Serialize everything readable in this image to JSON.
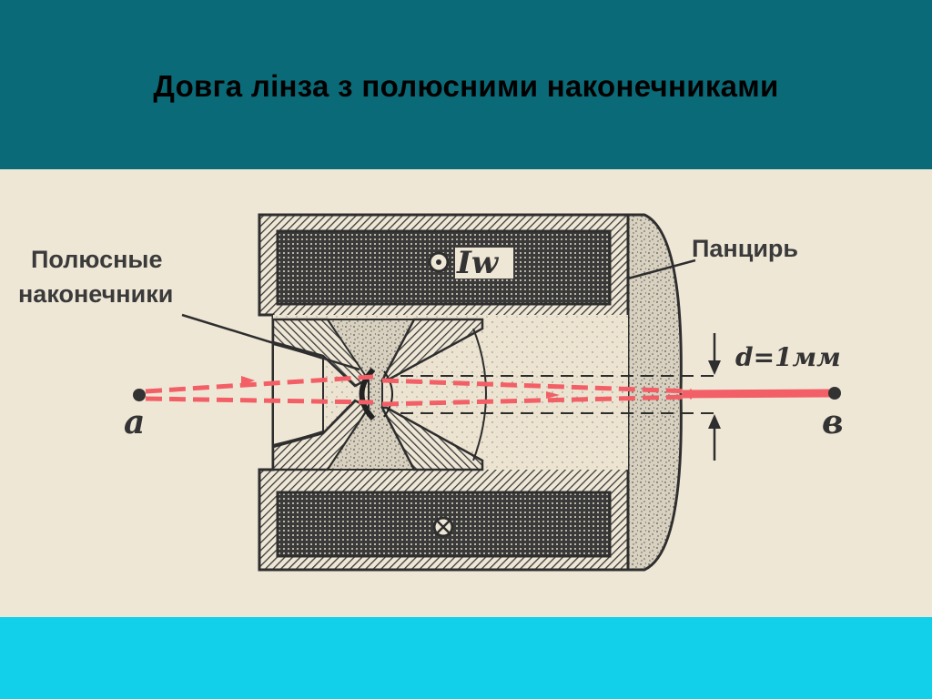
{
  "slide": {
    "title": "Довга лінза з полюсними наконечниками"
  },
  "diagram": {
    "labels": {
      "pole_pieces_line1": "Полюсные",
      "pole_pieces_line2": "наконечники",
      "armor": "Панцирь",
      "coil": "Iw",
      "gap": "d=1мм",
      "point_a": "a",
      "point_b": "в"
    },
    "colors": {
      "header": "#0b6a77",
      "panel": "#efe7d6",
      "footer": "#12d0ea",
      "beam": "#f25f66",
      "ink": "#3a3a3a"
    }
  }
}
